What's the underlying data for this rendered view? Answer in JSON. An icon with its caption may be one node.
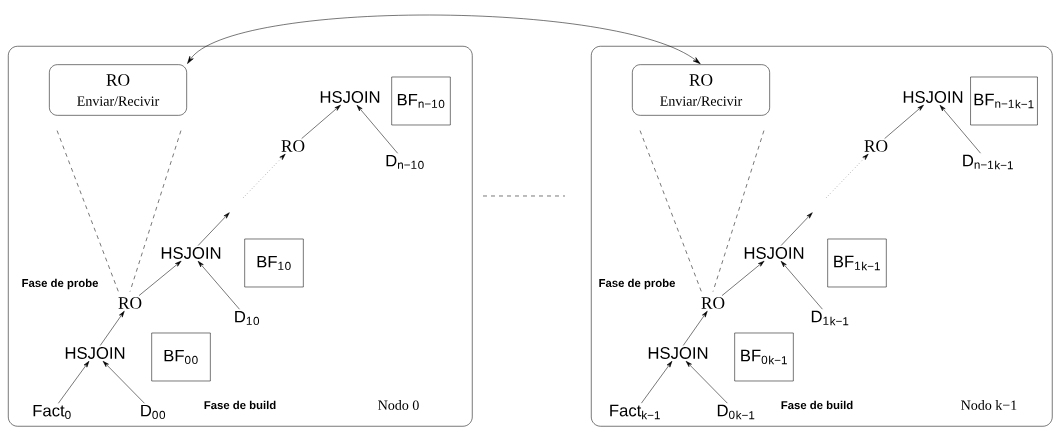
{
  "diagram": {
    "nodes": [
      {
        "text": [
          "Nodo 0"
        ]
      },
      {
        "text": [
          "RO",
          "Enviar/Recivir"
        ],
        "in": 0
      },
      {
        "text": [
          "HSJOIN"
        ],
        "in": 0
      },
      {
        "text": [
          "BF$_{n−1}$$_{0}$"
        ],
        "in": 0
      },
      {
        "text": [
          "RO"
        ],
        "in": 0
      },
      {
        "text": [
          "D$_{n−1}$$_{0}$"
        ],
        "in": 0
      },
      {
        "text": [
          "HSJOIN"
        ],
        "in": 0
      },
      {
        "text": [
          "BF$_{1}$$_{0}$"
        ],
        "in": 0
      },
      {
        "text": [
          "RO"
        ],
        "in": 0
      },
      {
        "text": [
          "D$_{1}$$_{0}$"
        ],
        "in": 0
      },
      {
        "text": [
          "HSJOIN"
        ],
        "in": 0
      },
      {
        "text": [
          "BF$_{0}$$_{0}$"
        ],
        "in": 0
      },
      {
        "text": [
          "Fact$_{0}$"
        ],
        "in": 0
      },
      {
        "text": [
          "D$_{0}$$_{0}$"
        ],
        "in": 0
      },
      {
        "text": [
          "Nodo k−1"
        ]
      },
      {
        "text": [
          "RO",
          "Enviar/Recivir"
        ],
        "in": 14
      },
      {
        "text": [
          "HSJOIN"
        ],
        "in": 14
      },
      {
        "text": [
          "BF$_{n−1}$$_{k−1}$"
        ],
        "in": 14
      },
      {
        "text": [
          "RO"
        ],
        "in": 14
      },
      {
        "text": [
          "D$_{n−1}$$_{k−1}$"
        ],
        "in": 14
      },
      {
        "text": [
          "HSJOIN"
        ],
        "in": 14
      },
      {
        "text": [
          "BF$_{1}$$_{k−1}$"
        ],
        "in": 14
      },
      {
        "text": [
          "RO"
        ],
        "in": 14
      },
      {
        "text": [
          "D$_{1}$$_{k−1}$"
        ],
        "in": 14
      },
      {
        "text": [
          "HSJOIN"
        ],
        "in": 14
      },
      {
        "text": [
          "BF$_{0}$$_{k−1}$"
        ],
        "in": 14
      },
      {
        "text": [
          "Fact$_{k−1}$"
        ],
        "in": 14
      },
      {
        "text": [
          "D$_{0}$$_{k−1}$"
        ],
        "in": 14
      }
    ],
    "edges": [
      {
        "from": 12,
        "to": 10,
        "arrow": "to"
      },
      {
        "from": 13,
        "to": 10,
        "arrow": "to"
      },
      {
        "from": 10,
        "to": 8,
        "arrow": "to"
      },
      {
        "from": 8,
        "to": 6,
        "arrow": "to"
      },
      {
        "from": 9,
        "to": 6,
        "arrow": "to"
      },
      {
        "from": 6,
        "to": null,
        "arrow": "to"
      },
      {
        "from": null,
        "to": 4,
        "arrow": "to",
        "style": "dashed"
      },
      {
        "from": 4,
        "to": 2,
        "arrow": "to"
      },
      {
        "from": 5,
        "to": 2,
        "arrow": "to"
      },
      {
        "from": 1,
        "to": 8,
        "arrow": "none",
        "style": "dashed"
      },
      {
        "from": 1,
        "to": 8,
        "arrow": "none",
        "style": "dashed"
      },
      {
        "from": 26,
        "to": 24,
        "arrow": "to"
      },
      {
        "from": 27,
        "to": 24,
        "arrow": "to"
      },
      {
        "from": 24,
        "to": 22,
        "arrow": "to"
      },
      {
        "from": 22,
        "to": 20,
        "arrow": "to"
      },
      {
        "from": 23,
        "to": 20,
        "arrow": "to"
      },
      {
        "from": 20,
        "to": null,
        "arrow": "to"
      },
      {
        "from": null,
        "to": 18,
        "arrow": "to",
        "style": "dashed"
      },
      {
        "from": 18,
        "to": 16,
        "arrow": "to"
      },
      {
        "from": 19,
        "to": 16,
        "arrow": "to"
      },
      {
        "from": 15,
        "to": 22,
        "arrow": "none",
        "style": "dashed"
      },
      {
        "from": 15,
        "to": 22,
        "arrow": "none",
        "style": "dashed"
      },
      {
        "from": 1,
        "to": 15,
        "arrow": "both"
      }
    ],
    "labels": [
      "Fase de probe",
      "Fase de build",
      "Fase de probe",
      "Fase de build"
    ]
  }
}
